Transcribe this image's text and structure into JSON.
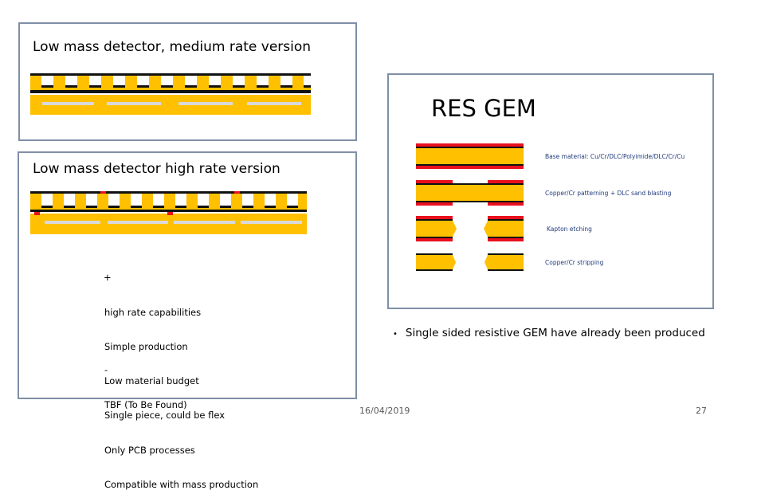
{
  "slide": {
    "medium_title": "Low mass detector, medium rate version",
    "high_title": "Low mass detector high rate version",
    "res_title": "RES GEM",
    "pros_plus": "+",
    "pros": [
      "high rate capabilities",
      "Simple production",
      "Low material budget",
      "Single piece, could be flex",
      "Only PCB processes",
      "Compatible with mass production"
    ],
    "cons_minus": "-",
    "cons": [
      "TBF (To Be Found)"
    ],
    "bullet_symbol": "•",
    "bullet_text": "Single sided resistive GEM have already been produced",
    "date": "16/04/2019",
    "page_number": "27"
  },
  "res_gem_steps": [
    "Base material: Cu/Cr/DLC/Polyimide/DLC/Cr/Cu",
    "Copper/Cr patterning + DLC sand blasting",
    "Kapton etching",
    "Copper/Cr stripping"
  ],
  "colors": {
    "box_border": "#7f8fa6",
    "substrate_yellow": "#ffc000",
    "copper_red": "#e8101e",
    "dlc_black": "#111111",
    "strip_gray": "#d9d9d9",
    "label_blue": "#1f3a7a"
  }
}
